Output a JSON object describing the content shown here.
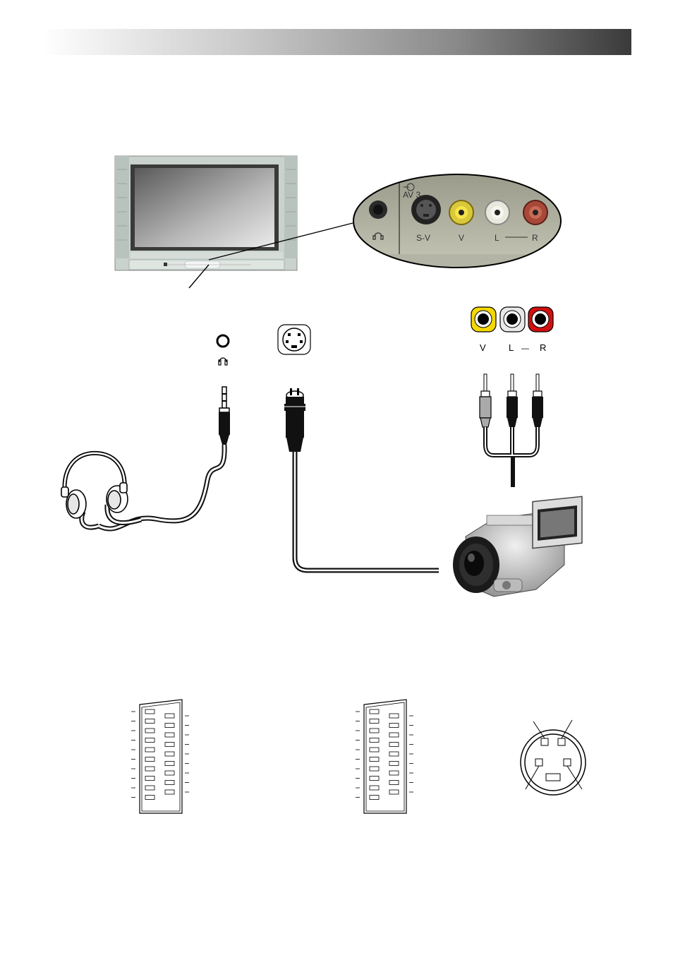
{
  "header": {
    "title": ""
  },
  "panel_labels": {
    "av": "AV 3",
    "sv": "S-V",
    "v": "V",
    "l": "L",
    "r": "R"
  },
  "jack_labels": {
    "v": "V",
    "l": "L",
    "dash": "—",
    "r": "R"
  },
  "icons": [
    "headphone-icon",
    "svideo-socket-icon",
    "rca-socket-icon",
    "scart-connector-icon",
    "camcorder-icon",
    "tv-icon",
    "headphones-icon"
  ],
  "colors": {
    "video_yellow": "#f5d800",
    "audio_white": "#e8e8e8",
    "audio_red": "#d01010",
    "cable": "#111111"
  }
}
